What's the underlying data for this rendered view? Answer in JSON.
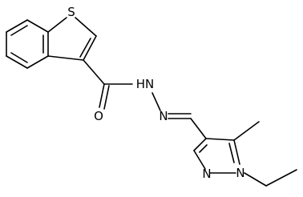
{
  "molecule": {
    "atoms": {
      "sulfur": "S",
      "carbonyl_oxygen": "O",
      "hydrazide_nh": "HN",
      "imine_n": "N",
      "pyrazole_n1": "N",
      "pyrazole_n2": "N"
    }
  },
  "colors": {
    "bond": "#000000",
    "label": "#000000",
    "background": "#ffffff"
  }
}
